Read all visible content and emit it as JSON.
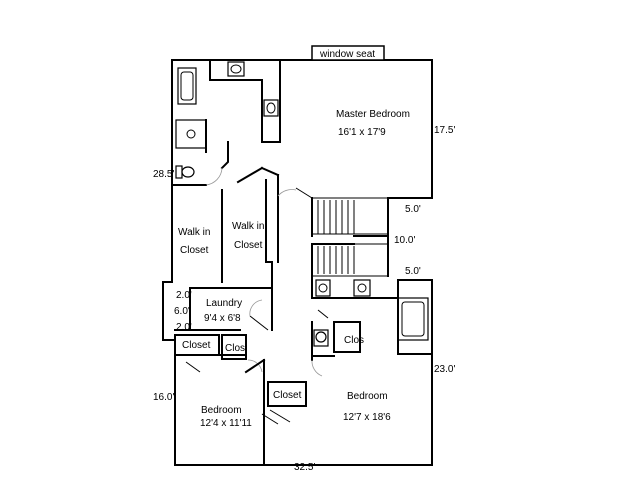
{
  "plan": {
    "rooms": {
      "master_bedroom": {
        "name": "Master Bedroom",
        "size": "16'1 x 17'9"
      },
      "walk_in_closet_1": {
        "line1": "Walk in",
        "line2": "Closet"
      },
      "walk_in_closet_2": {
        "line1": "Walk in",
        "line2": "Closet"
      },
      "laundry": {
        "name": "Laundry",
        "size": "9'4 x 6'8"
      },
      "closet_left": {
        "name": "Closet"
      },
      "clos_small_left": {
        "name": "Clos"
      },
      "clos_bath": {
        "name": "Clos"
      },
      "closet_center": {
        "name": "Closet"
      },
      "bedroom_left": {
        "name": "Bedroom",
        "size": "12'4 x 11'11"
      },
      "bedroom_right": {
        "name": "Bedroom",
        "size": "12'7 x 18'6"
      }
    },
    "labels": {
      "window_seat": "window seat"
    },
    "dimensions": {
      "right_top": "17.5'",
      "left_upper": "28.5'",
      "stair_top": "5.0'",
      "stair_mid": "10.0'",
      "stair_bottom": "5.0'",
      "laundry_a": "2.0'",
      "laundry_b": "6.0'",
      "laundry_c": "2.0'",
      "right_lower": "23.0'",
      "left_lower": "16.0'",
      "bottom_width": "32.5'"
    }
  }
}
